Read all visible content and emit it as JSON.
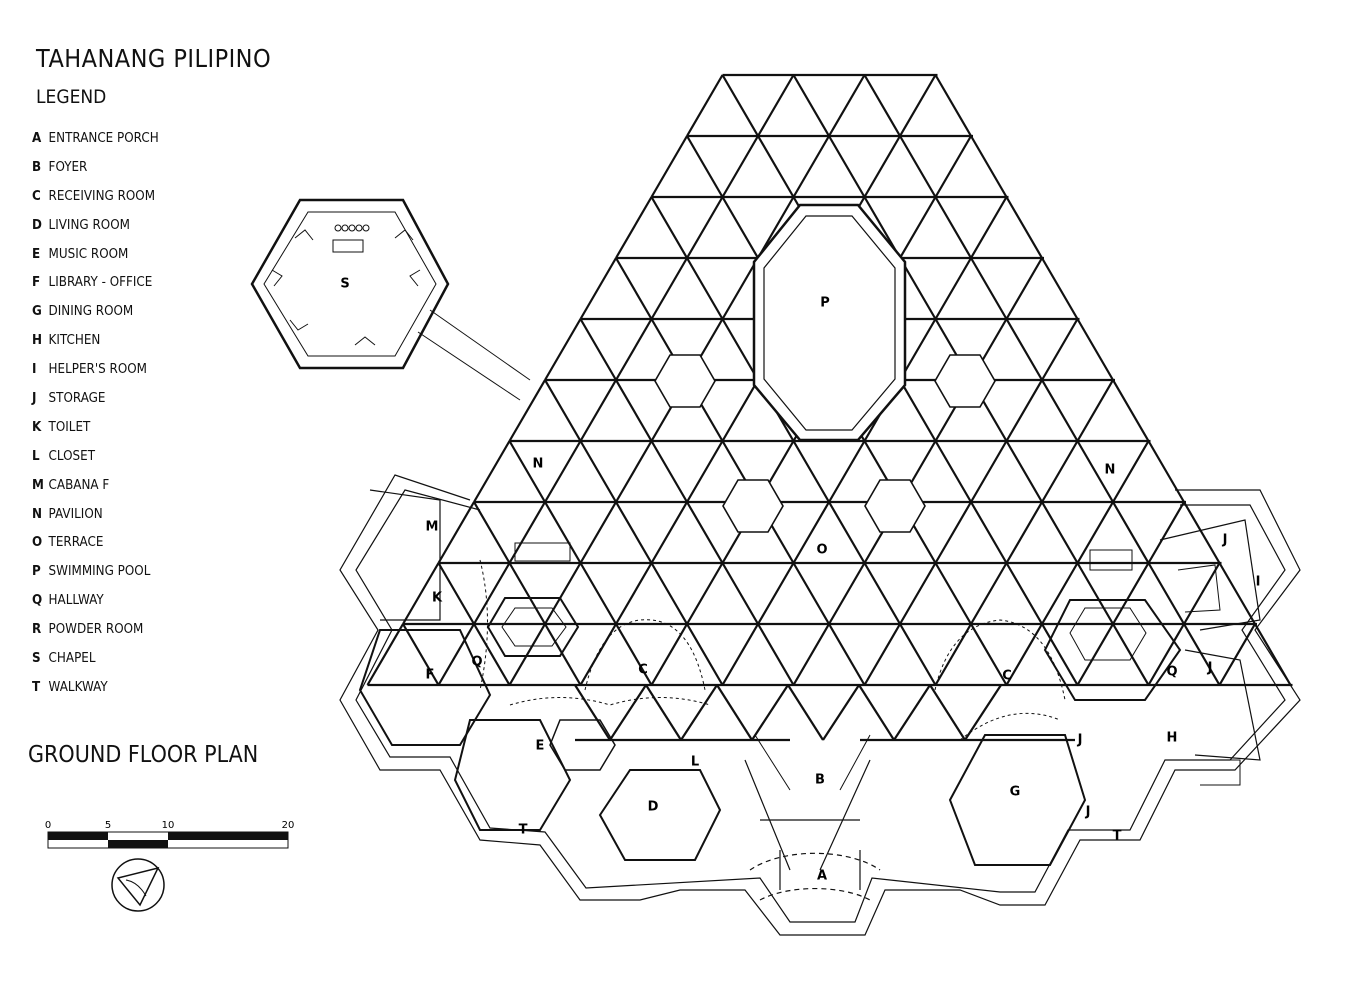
{
  "title": "TAHANANG PILIPINO",
  "legend_title": "LEGEND",
  "legend": [
    {
      "key": "A",
      "label": "ENTRANCE PORCH"
    },
    {
      "key": "B",
      "label": "FOYER"
    },
    {
      "key": "C",
      "label": "RECEIVING ROOM"
    },
    {
      "key": "D",
      "label": "LIVING ROOM"
    },
    {
      "key": "E",
      "label": "MUSIC ROOM"
    },
    {
      "key": "F",
      "label": "LIBRARY - OFFICE"
    },
    {
      "key": "G",
      "label": "DINING ROOM"
    },
    {
      "key": "H",
      "label": "KITCHEN"
    },
    {
      "key": "I",
      "label": "HELPER'S ROOM"
    },
    {
      "key": "J",
      "label": "STORAGE"
    },
    {
      "key": "K",
      "label": "TOILET"
    },
    {
      "key": "L",
      "label": "CLOSET"
    },
    {
      "key": "M",
      "label": "CABANA F"
    },
    {
      "key": "N",
      "label": "PAVILION"
    },
    {
      "key": "O",
      "label": "TERRACE"
    },
    {
      "key": "P",
      "label": "SWIMMING POOL"
    },
    {
      "key": "Q",
      "label": "HALLWAY"
    },
    {
      "key": "R",
      "label": "POWDER ROOM"
    },
    {
      "key": "S",
      "label": "CHAPEL"
    },
    {
      "key": "T",
      "label": "WALKWAY"
    }
  ],
  "plan_title": "GROUND FLOOR PLAN",
  "scale_bar": {
    "ticks": [
      "0",
      "5",
      "10",
      "20"
    ]
  },
  "room_labels": {
    "S": "S",
    "P": "P",
    "N": "N",
    "O": "O",
    "M": "M",
    "K": "K",
    "F": "F",
    "Q": "Q",
    "C": "C",
    "E": "E",
    "D": "D",
    "L": "L",
    "B": "B",
    "A": "A",
    "G": "G",
    "J": "J",
    "I": "I",
    "H": "H",
    "T": "T"
  }
}
